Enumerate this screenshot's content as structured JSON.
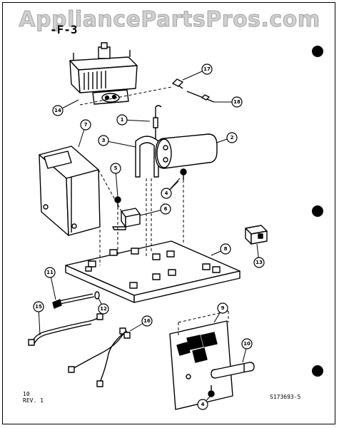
{
  "watermark": "AppliancePartsPros.com",
  "figure_label": "-F-3",
  "footer": {
    "page": "10",
    "revision": "REV. 1",
    "part_code": "S173693-5"
  },
  "callouts": [
    {
      "label": "1"
    },
    {
      "label": "2"
    },
    {
      "label": "3"
    },
    {
      "label": "4"
    },
    {
      "label": "4"
    },
    {
      "label": "5"
    },
    {
      "label": "6"
    },
    {
      "label": "7"
    },
    {
      "label": "8"
    },
    {
      "label": "9"
    },
    {
      "label": "10"
    },
    {
      "label": "11"
    },
    {
      "label": "12"
    },
    {
      "label": "13"
    },
    {
      "label": "14"
    },
    {
      "label": "15"
    },
    {
      "label": "16"
    },
    {
      "label": "17"
    },
    {
      "label": "18"
    }
  ]
}
